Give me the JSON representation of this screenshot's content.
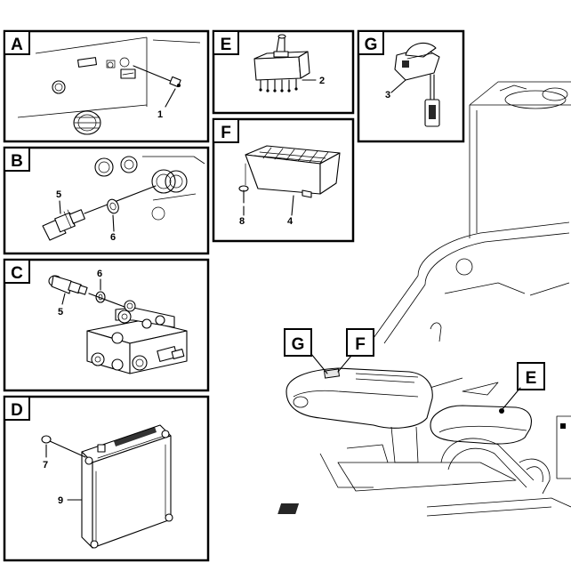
{
  "panels": {
    "A": {
      "tag": "A",
      "callouts": [
        "1"
      ]
    },
    "B": {
      "tag": "B",
      "callouts": [
        "5",
        "6"
      ]
    },
    "C": {
      "tag": "C",
      "callouts": [
        "6",
        "5"
      ]
    },
    "D": {
      "tag": "D",
      "callouts": [
        "7",
        "9"
      ]
    },
    "E": {
      "tag": "E",
      "callouts": [
        "2"
      ]
    },
    "F": {
      "tag": "F",
      "callouts": [
        "8",
        "4"
      ]
    },
    "G": {
      "tag": "G",
      "callouts": [
        "3"
      ]
    }
  },
  "overview": {
    "tag_g": "G",
    "tag_f": "F",
    "tag_e": "E"
  },
  "icons": [
    "toggle-switch",
    "rocker-switch",
    "switch-panel",
    "sensor",
    "seal-washer",
    "valve-block",
    "control-unit",
    "screw"
  ]
}
